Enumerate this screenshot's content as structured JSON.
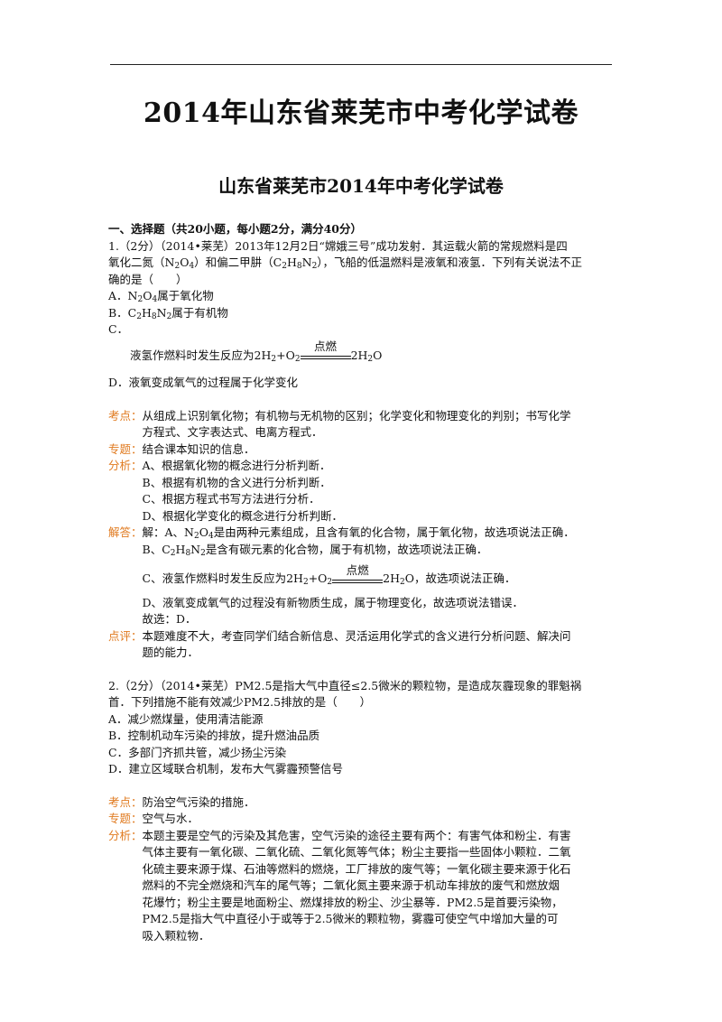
{
  "doc_title": "2014年山东省莱芜市中考化学试卷",
  "doc_subtitle": "山东省莱芜市2014年中考化学试卷",
  "section1": "一、选择题（共20小题，每小题2分，满分40分）",
  "labels": {
    "kaodian": "考点",
    "zhuanti": "专题",
    "fenxi": "分析",
    "jieda": "解答",
    "dianping": "点评",
    "colon": "："
  },
  "q1": {
    "stem_l1": "1.（2分）（2014•莱芜）2013年12月2日“嫦娥三号”成功发射．其运载火箭的常规燃料是四",
    "stem_l2a": "氧化二氮（N",
    "stem_l2b": "O",
    "stem_l2c": "）和偏二甲肼（C",
    "stem_l2d": "H",
    "stem_l2e": "N",
    "stem_l2f": "），飞船的低温燃料是液氧和液氢．下列有关说法不正",
    "stem_l3": "确的是（　　）",
    "optA_a": "A．N",
    "optA_b": "O",
    "optA_c": "属于氧化物",
    "optB_a": "B．C",
    "optB_b": "H",
    "optB_c": "N",
    "optB_d": "属于有机物",
    "optC_label": "C．",
    "optC_text": "液氢作燃料时发生反应为2H",
    "optC_mid": "+O",
    "optC_end": "2H",
    "optC_end2": "O",
    "cond": "点燃",
    "optD": "D．液氧变成氧气的过程属于化学变化",
    "kaodian_l1": "从组成上识别氧化物；有机物与无机物的区别；化学变化和物理变化的判别；书写化学",
    "kaodian_l2": "方程式、文字表达式、电离方程式．",
    "zhuanti": "结合课本知识的信息．",
    "fenxi_l1": "A、根据氧化物的概念进行分析判断．",
    "fenxi_l2": "B、根据有机物的含义进行分析判断．",
    "fenxi_l3": "C、根据方程式书写方法进行分析．",
    "fenxi_l4": "D、根据化学变化的概念进行分析判断．",
    "jieda_l1a": "解：A、N",
    "jieda_l1b": "O",
    "jieda_l1c": "是由两种元素组成，且含有氧的化合物，属于氧化物，故选项说法正确．",
    "jieda_l2a": "B、C",
    "jieda_l2b": "H",
    "jieda_l2c": "N",
    "jieda_l2d": "是含有碳元素的化合物，属于有机物，故选项说法正确．",
    "jieda_l3a": "C、液氢作燃料时发生反应为2H",
    "jieda_l3b": "+O",
    "jieda_l3c": "2H",
    "jieda_l3d": "O，故选项说法正确．",
    "jieda_l4": "D、液氧变成氧气的过程没有新物质生成，属于物理变化，故选项说法错误．",
    "jieda_l5": "故选：D．",
    "dianping_l1": "本题难度不大，考查同学们结合新信息、灵活运用化学式的含义进行分析问题、解决问",
    "dianping_l2": "题的能力．"
  },
  "q2": {
    "stem_l1": "2.（2分）（2014•莱芜）PM2.5是指大气中直径≤2.5微米的颗粒物，是造成灰霾现象的罪魁祸",
    "stem_l2": "首．下列措施不能有效减少PM2.5排放的是（　　）",
    "optA": "A．减少燃煤量，使用清洁能源",
    "optB": "B．控制机动车污染的排放，提升燃油品质",
    "optC": "C．多部门齐抓共管，减少扬尘污染",
    "optD": "D．建立区域联合机制，发布大气雾霾预警信号",
    "kaodian": "防治空气污染的措施．",
    "zhuanti": "空气与水．",
    "fenxi_l1": "本题主要是空气的污染及其危害，空气污染的途径主要有两个：有害气体和粉尘．有害",
    "fenxi_l2": "气体主要有一氧化碳、二氧化硫、二氧化氮等气体；粉尘主要指一些固体小颗粒．二氧",
    "fenxi_l3": "化硫主要来源于煤、石油等燃料的燃烧，工厂排放的废气等；一氧化碳主要来源于化石",
    "fenxi_l4": "燃料的不完全燃烧和汽车的尾气等；二氧化氮主要来源于机动车排放的废气和燃放烟",
    "fenxi_l5": "花爆竹；粉尘主要是地面粉尘、燃煤排放的粉尘、沙尘暴等．PM2.5是首要污染物，",
    "fenxi_l6": "PM2.5是指大气中直径小于或等于2.5微米的颗粒物，雾霾可使空气中增加大量的可",
    "fenxi_l7": "吸入颗粒物．"
  },
  "sub": {
    "two": "2",
    "four": "4",
    "eight": "8"
  },
  "colors": {
    "label": "#e07a1f",
    "text": "#111111"
  }
}
